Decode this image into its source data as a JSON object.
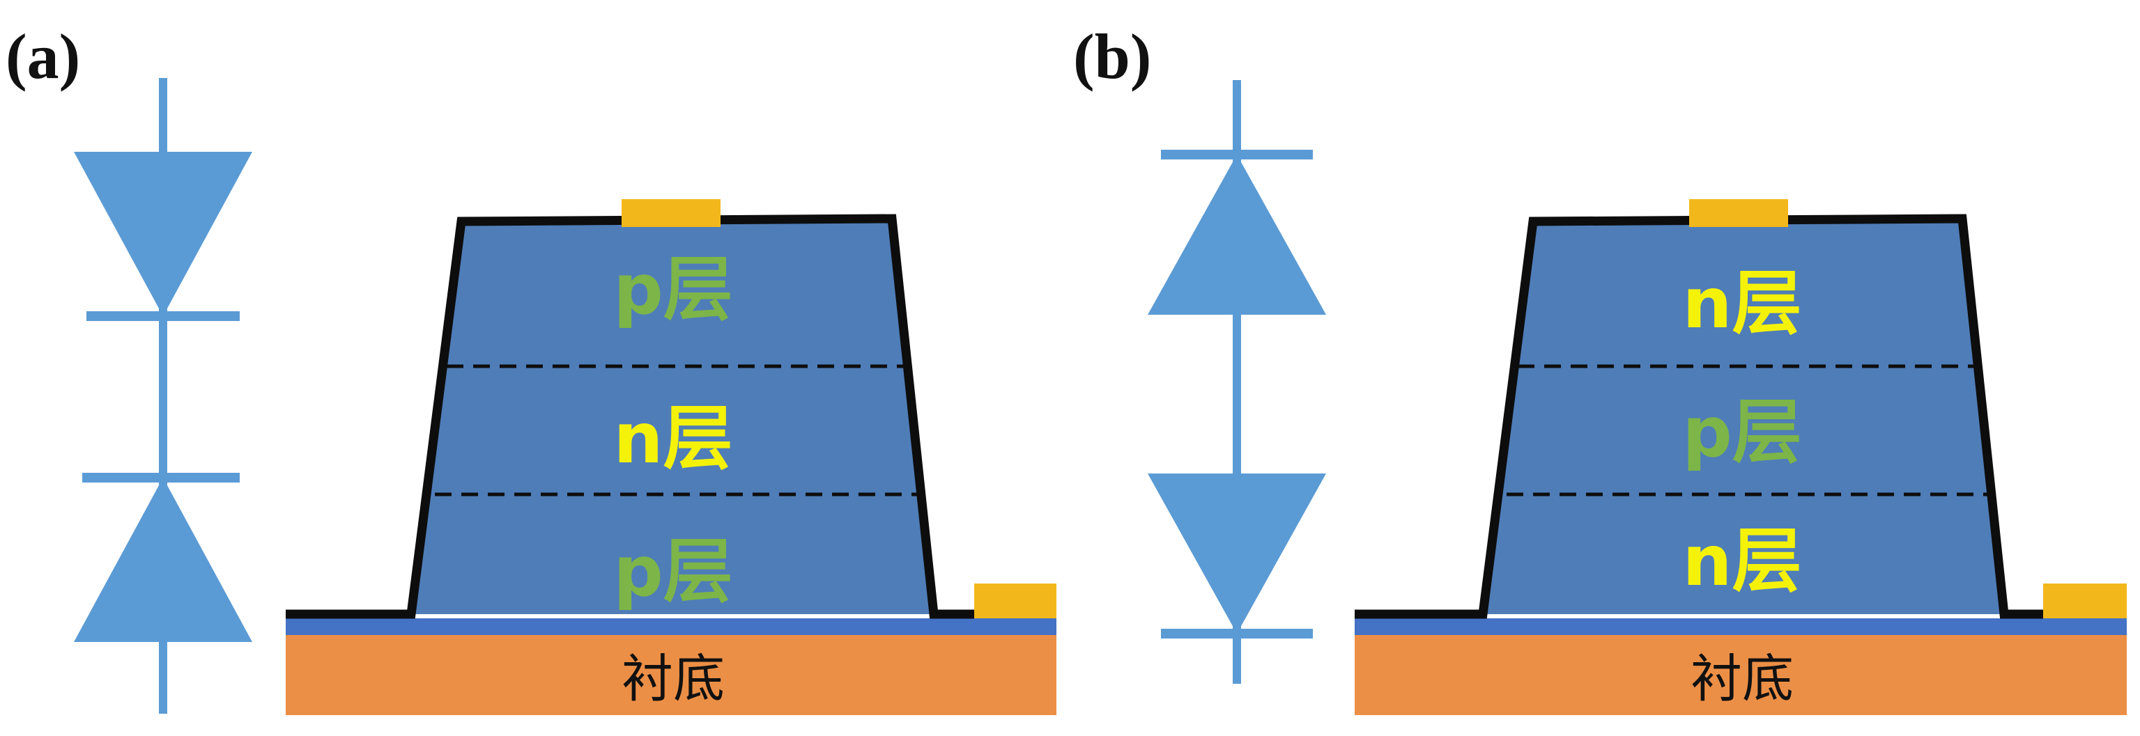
{
  "colors": {
    "diode_blue": "#5b9bd5",
    "mesa_blue": "#4f7db8",
    "thin_layer_blue": "#4472c4",
    "substrate_orange": "#ec8f46",
    "contact_gold": "#f2b81b",
    "outline_black": "#0d0d0d",
    "p_label_green": "#7db548",
    "n_label_yellow": "#f5f20a"
  },
  "panel_a": {
    "label": "(a)",
    "diode_symbol": {
      "description_icon": "back-to-back-diode-icon",
      "top_diode": "pointing-down",
      "bottom_diode": "pointing-up"
    },
    "layers": [
      {
        "text": "p层",
        "color": "#7db548"
      },
      {
        "text": "n层",
        "color": "#f5f20a"
      },
      {
        "text": "p层",
        "color": "#7db548"
      }
    ],
    "substrate_label": "衬底"
  },
  "panel_b": {
    "label": "(b)",
    "diode_symbol": {
      "description_icon": "back-to-back-diode-icon",
      "top_diode": "pointing-up",
      "bottom_diode": "pointing-down"
    },
    "layers": [
      {
        "text": "n层",
        "color": "#f5f20a"
      },
      {
        "text": "p层",
        "color": "#7db548"
      },
      {
        "text": "n层",
        "color": "#f5f20a"
      }
    ],
    "substrate_label": "衬底"
  }
}
